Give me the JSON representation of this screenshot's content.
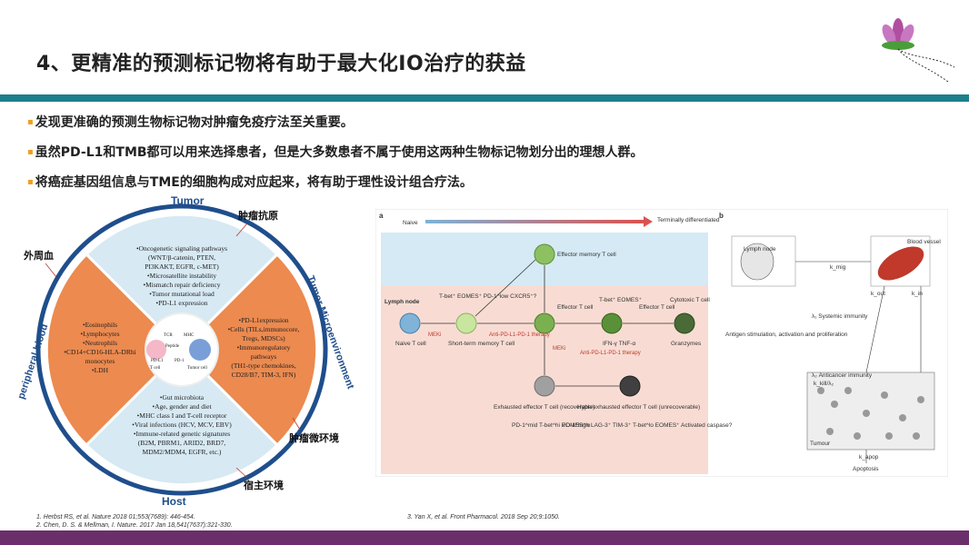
{
  "title": "4、更精准的预测标记物将有助于最大化IO治疗的获益",
  "bullets": [
    "发现更准确的预测生物标记物对肿瘤免疫疗法至关重要。",
    "虽然PD-L1和TMB都可以用来选择患者，但是大多数患者不属于使用这两种生物标记物划分出的理想人群。",
    "将癌症基因组信息与TME的细胞构成对应起来，将有助于理性设计组合疗法。"
  ],
  "bullet_marker": "▪",
  "left_figure": {
    "ring_labels": {
      "tumor": "Tumor",
      "tme": "Tumor Microenvironment",
      "host": "Host",
      "peripheral": "peripheral blood"
    },
    "cn_labels": {
      "tumor_antigen": "肿瘤抗原",
      "peripheral_blood": "外周血",
      "tme": "肿瘤微环境",
      "host_env": "宿主环境"
    },
    "top_items": [
      "•Oncogenetic signaling pathways",
      "(WNT/β-catenin, PTEN,",
      "PI3KAKT, EGFR, c-MET)",
      "•Microsatellite instability",
      "•Mismatch repair deficiency",
      "•Tumor mutational load",
      "•PD-L1 expression"
    ],
    "left_items": [
      "•Eosinophils",
      "•Lymphocytes",
      "•Neutrophils",
      "•CD14+CD16-HLA-DRhi",
      "monocytes",
      "•LDH"
    ],
    "right_items": [
      "•PD-L1expression",
      "•Cells (TILs,immunocore,",
      "Tregs, MDSCs)",
      "•Immunoregulatory",
      "pathways",
      "(TH1-type chemokines,",
      "CD28/B7, TIM-3, IFN)"
    ],
    "bottom_items": [
      "•Gut microbiota",
      "•Age, gender and diet",
      "•MHC class I and T-cell receptor",
      "•Viral infections (HCV, MCV, EBV)",
      "•Immune-related genetic signatures",
      "(B2M, PBRM1, ARID2, BRD7,",
      "MDM2/MDM4, EGFR, etc.)"
    ],
    "center_labels": [
      "TCR",
      "MHC",
      "Peptide",
      "PD-L1",
      "PD-1",
      "T cell",
      "Tumor cell"
    ]
  },
  "panel_a": {
    "letter": "a",
    "naive_label": "Naive",
    "terminal_label": "Terminally differentiated",
    "lymph_node": "Lymph node",
    "cells": [
      "Naive T cell",
      "Effector memory T cell",
      "T-bet⁺ EOMES⁺ PD-1^low CXCR5⁺?",
      "Short-term memory T cell",
      "Effector T cell",
      "T-bet⁺ EOMES⁺",
      "Effector T cell",
      "Cytotoxic T cell",
      "IFN-γ TNF-α",
      "Granzymes",
      "Exhausted effector T cell (recoverable)",
      "PD-1^mid T-bet^hi EOMES^lo",
      "Hyperexhausted effector T cell (unrecoverable)",
      "PD-1^high LAG-3⁺ TIM-3⁺ T-bet^lo EOMES⁺ Activated caspase?"
    ],
    "therapy_labels": [
      "MEKi",
      "Anti-PD-L1-PD-1 therapy",
      "MEKi",
      "Anti-PD-L1-PD-1 therapy"
    ]
  },
  "panel_b": {
    "letter": "b",
    "labels": [
      "Lymph node",
      "Blood vessel",
      "k_mig",
      "k_out",
      "k_in",
      "λ₁ Systemic immunity",
      "Antigen stimulation, activation and proliferation",
      "λ₂ Anticancer immunity",
      "k_kill/λ₂",
      "Tumour",
      "k_apop",
      "Apoptosis"
    ]
  },
  "references": {
    "left": [
      "1. Herbst RS, et al. Nature 2018 01;553(7689): 446-454.",
      "2. Chen, D. S. & Mellman, I. Nature. 2017 Jan 18,541(7637):321-330."
    ],
    "right": "3. Yan X, et al. Front Pharmacol. 2018 Sep 20;9:1050."
  },
  "colors": {
    "accent_teal": "#1d7f8a",
    "footer_purple": "#6a2e6b",
    "bullet_orange": "#f0a020",
    "ring_blue": "#1f4e8c",
    "sector_light_blue": "#d7e9f3",
    "sector_orange": "#ec8a4f"
  }
}
